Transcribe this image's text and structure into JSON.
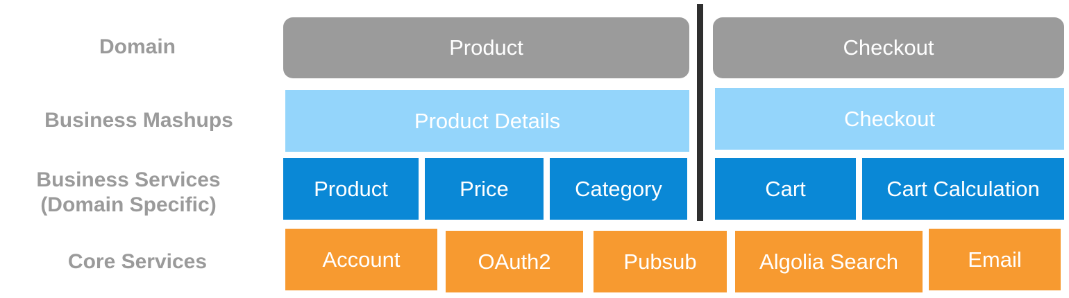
{
  "colors": {
    "domain": "#9b9b9b",
    "mashup": "#94d5fb",
    "service": "#0a88d6",
    "core": "#f79a30",
    "label": "#9a9a9a",
    "divider": "#2f2f2f"
  },
  "rows": {
    "domain": "Domain",
    "mashups": "Business Mashups",
    "services_line1": "Business Services",
    "services_line2": "(Domain Specific)",
    "core": "Core Services"
  },
  "domain": {
    "product": "Product",
    "checkout": "Checkout"
  },
  "mashups": {
    "product_details": "Product Details",
    "checkout": "Checkout"
  },
  "services": {
    "product": "Product",
    "price": "Price",
    "category": "Category",
    "cart": "Cart",
    "cart_calculation": "Cart Calculation"
  },
  "core": {
    "account": "Account",
    "oauth2": "OAuth2",
    "pubsub": "Pubsub",
    "algolia_search": "Algolia Search",
    "email": "Email"
  }
}
